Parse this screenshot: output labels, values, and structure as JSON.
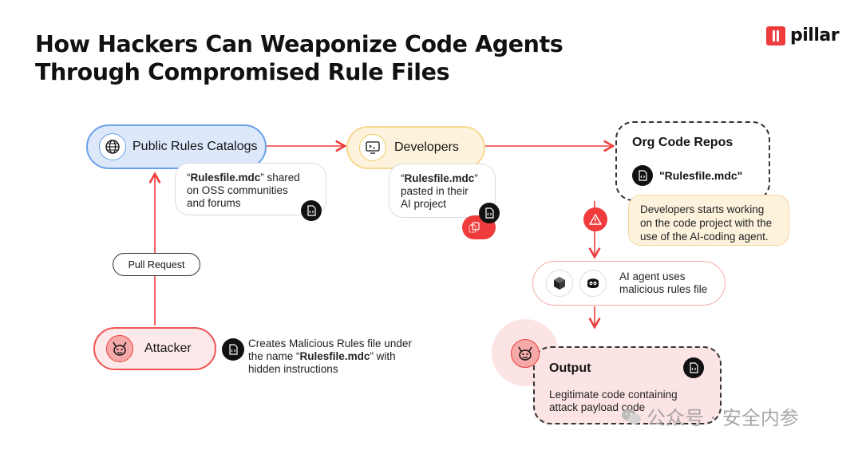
{
  "header": {
    "title_line1": "How Hackers Can Weaponize Code Agents",
    "title_line2": "Through Compromised Rule Files",
    "brand": "pillar"
  },
  "nodes": {
    "public_rules": {
      "label": "Public Rules Catalogs",
      "icon": "globe-icon"
    },
    "developers": {
      "label": "Developers",
      "icon": "developer-screen-icon"
    },
    "org_repos": {
      "title": "Org Code Repos",
      "file_label": "\"Rulesfile.mdc\""
    },
    "ai_agent": {
      "line1": "AI agent uses",
      "line2": "malicious rules file",
      "icons": [
        "cursor-logo-icon",
        "copilot-logo-icon"
      ]
    },
    "attacker": {
      "label": "Attacker",
      "icon": "devil-icon"
    },
    "output": {
      "title": "Output",
      "line1": "Legitimate code containing",
      "line2": "attack payload code",
      "icon": "devil-icon"
    }
  },
  "bubbles": {
    "shared": {
      "prefix": "“",
      "file": "Rulesfile.mdc",
      "suffix": "” shared",
      "line2": "on OSS communities",
      "line3": "and forums"
    },
    "pasted": {
      "prefix": "“",
      "file": "Rulesfile.mdc",
      "suffix": "”",
      "line2": "pasted in their",
      "line3": "AI project"
    }
  },
  "pull_request": "Pull Request",
  "attacker_note": {
    "line1": "Creates Malicious Rules file under",
    "line2_prefix": "the name “",
    "line2_file": "Rulesfile.mdc",
    "line2_suffix": "” with",
    "line3": "hidden instructions"
  },
  "developer_note": {
    "line1": "Developers starts working",
    "line2": "on the code project with the",
    "line3": "use of the AI-coding agent."
  },
  "watermark": "公众号 · 安全内参",
  "colors": {
    "accent_red": "#ef3b3b",
    "blue": "#6b9fe9",
    "yellow": "#f7d891"
  }
}
